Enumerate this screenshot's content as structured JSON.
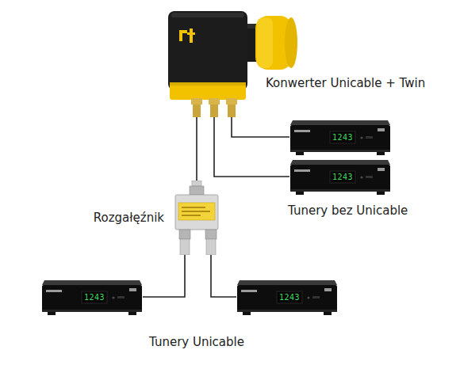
{
  "diagram": {
    "nodes": [
      {
        "text": [
          "Konwerter Unicable + Twin"
        ]
      },
      {
        "text": [
          "1243"
        ]
      },
      {
        "text": [
          "1243"
        ]
      },
      {
        "text": [
          "Rozgałęźnik"
        ]
      },
      {
        "text": [
          "1243"
        ]
      },
      {
        "text": [
          "1243"
        ]
      }
    ],
    "edges": [
      {
        "from": 0,
        "to": 3,
        "arrow": "none"
      },
      {
        "from": 0,
        "to": 2,
        "arrow": "none"
      },
      {
        "from": 0,
        "to": 1,
        "arrow": "none"
      },
      {
        "from": 3,
        "to": 4,
        "arrow": "none"
      },
      {
        "from": 3,
        "to": 5,
        "arrow": "none"
      }
    ],
    "labels": [
      "Tunery bez Unicable",
      "Tunery Unicable"
    ]
  }
}
